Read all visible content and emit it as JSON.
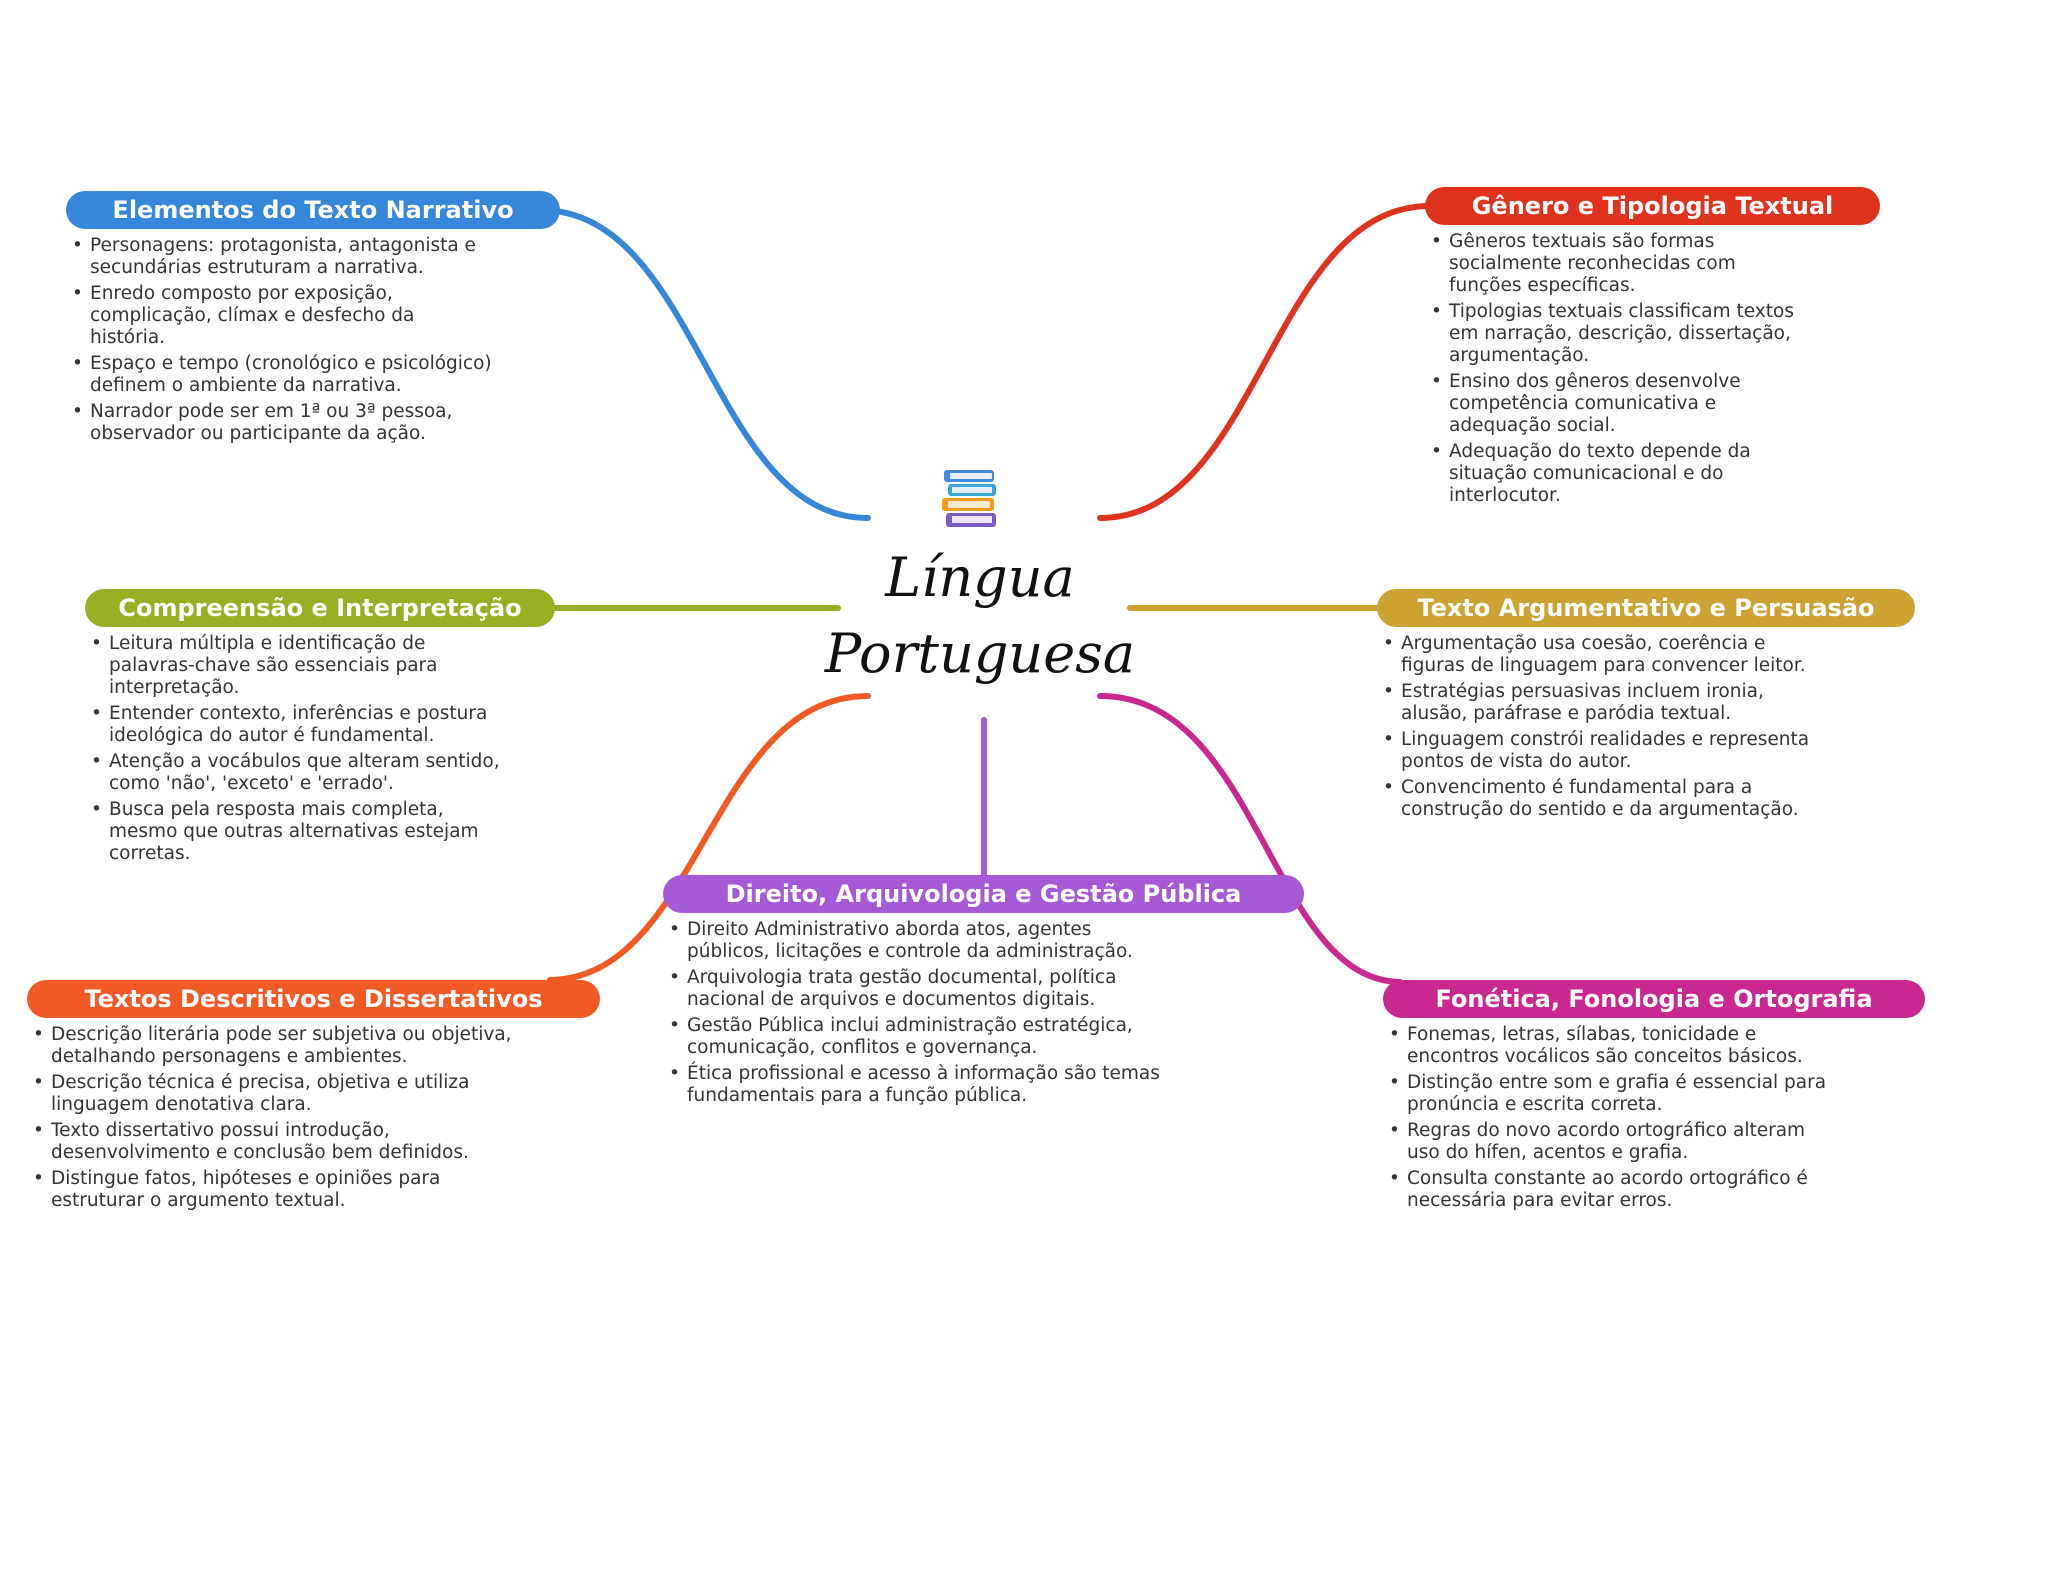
{
  "central": {
    "title_line1": "Língua",
    "title_line2": "Portuguesa",
    "icon": "books-icon"
  },
  "branches": [
    {
      "id": "narrativo",
      "title": "Elementos do Texto Narrativo",
      "color": "#3686d9",
      "items": [
        "Personagens: protagonista, antagonista e secundárias estruturam a narrativa.",
        "Enredo composto por exposição, complicação, clímax e desfecho da história.",
        "Espaço e tempo (cronológico e psicológico) definem o ambiente da narrativa.",
        "Narrador pode ser em 1ª ou 3ª pessoa, observador ou participante da ação."
      ]
    },
    {
      "id": "genero",
      "title": "Gênero e Tipologia Textual",
      "color": "#e0331e",
      "items": [
        "Gêneros textuais são formas socialmente reconhecidas com funções específicas.",
        "Tipologias textuais classificam textos em narração, descrição, dissertação, argumentação.",
        "Ensino dos gêneros desenvolve competência comunicativa e adequação social.",
        "Adequação do texto depende da situação comunicacional e do interlocutor."
      ]
    },
    {
      "id": "compreensao",
      "title": "Compreensão e Interpretação",
      "color": "#9aae23",
      "items": [
        "Leitura múltipla e identificação de palavras-chave são essenciais para interpretação.",
        "Entender contexto, inferências e postura ideológica do autor é fundamental.",
        "Atenção a vocábulos que alteram sentido, como 'não', 'exceto' e 'errado'.",
        "Busca pela resposta mais completa, mesmo que outras alternativas estejam corretas."
      ]
    },
    {
      "id": "argumentativo",
      "title": "Texto Argumentativo e Persuasão",
      "color": "#cca232",
      "items": [
        "Argumentação usa coesão, coerência e figuras de linguagem para convencer leitor.",
        "Estratégias persuasivas incluem ironia, alusão, paráfrase e paródia textual.",
        "Linguagem constrói realidades e representa pontos de vista do autor.",
        "Convencimento é fundamental para a construção do sentido e da argumentação."
      ]
    },
    {
      "id": "direito",
      "title": "Direito, Arquivologia e Gestão Pública",
      "color": "#a559d5",
      "items": [
        "Direito Administrativo aborda atos, agentes públicos, licitações e controle da administração.",
        "Arquivologia trata gestão documental, política nacional de arquivos e documentos digitais.",
        "Gestão Pública inclui administração estratégica, comunicação, conflitos e governança.",
        "Ética profissional e acesso à informação são temas fundamentais para a função pública."
      ]
    },
    {
      "id": "descritivos",
      "title": "Textos Descritivos e Dissertativos",
      "color": "#f15a24",
      "items": [
        "Descrição literária pode ser subjetiva ou objetiva, detalhando personagens e ambientes.",
        "Descrição técnica é precisa, objetiva e utiliza linguagem denotativa clara.",
        "Texto dissertativo possui introdução, desenvolvimento e conclusão bem definidos.",
        "Distingue fatos, hipóteses e opiniões para estruturar o argumento textual."
      ]
    },
    {
      "id": "fonetica",
      "title": "Fonética, Fonologia e Ortografia",
      "color": "#c8288f",
      "items": [
        "Fonemas, letras, sílabas, tonicidade e encontros vocálicos são conceitos básicos.",
        "Distinção entre som e grafia é essencial para pronúncia e escrita correta.",
        "Regras do novo acordo ortográfico alteram uso do hífen, acentos e grafia.",
        "Consulta constante ao acordo ortográfico é necessária para evitar erros."
      ]
    }
  ]
}
